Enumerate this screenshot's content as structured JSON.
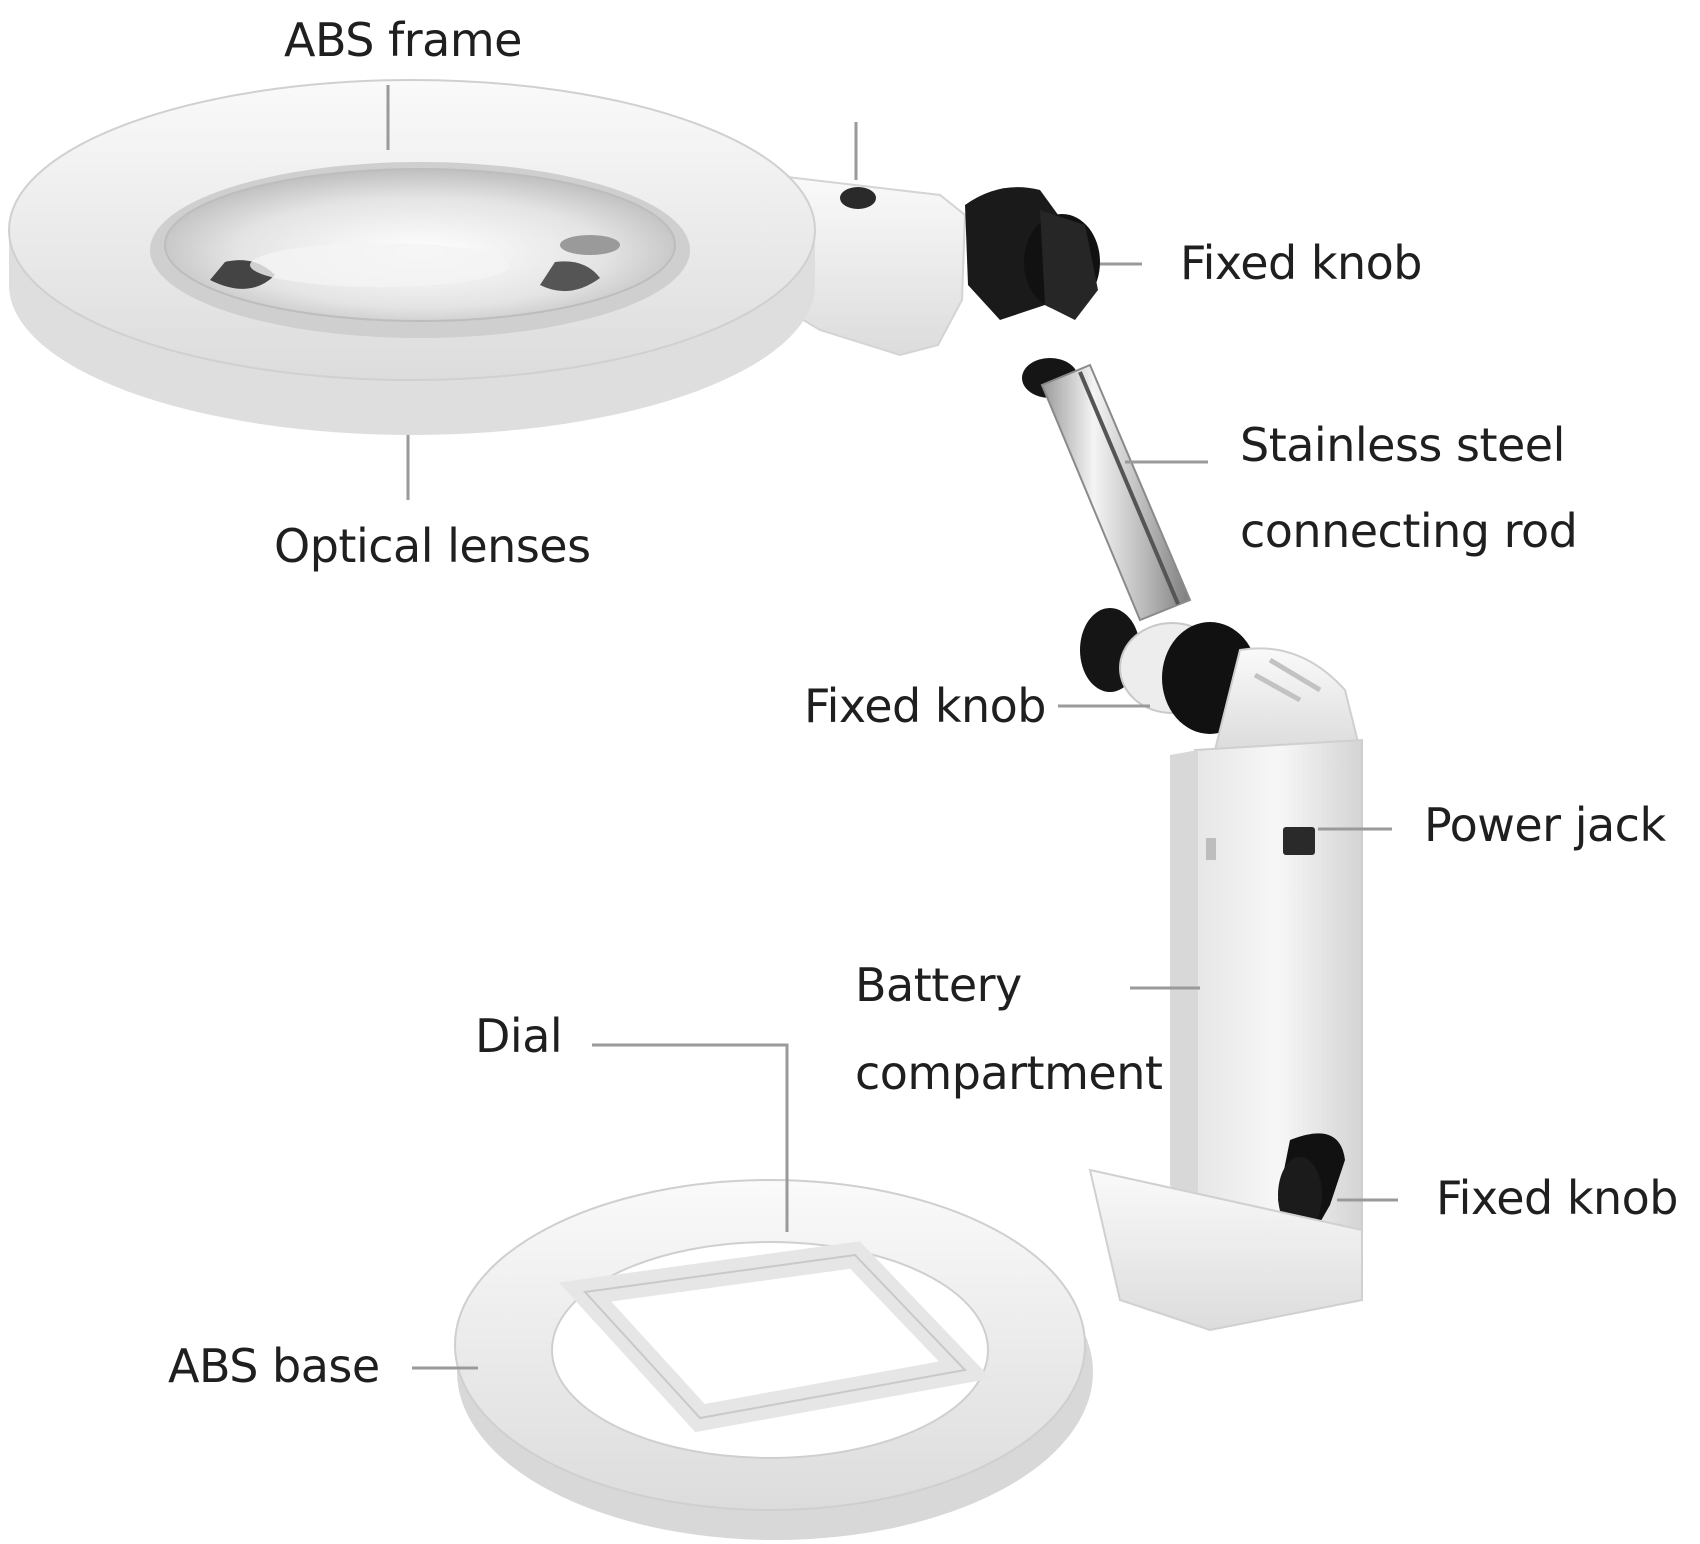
{
  "labels": {
    "abs_frame": "ABS frame",
    "optical_lenses": "Optical lenses",
    "fixed_knob_top": "Fixed knob",
    "rod_line1": "Stainless steel",
    "rod_line2": "connecting rod",
    "fixed_knob_middle": "Fixed knob",
    "power_jack": "Power jack",
    "battery_line1": "Battery",
    "battery_line2": "compartment",
    "dial": "Dial",
    "fixed_knob_bottom": "Fixed knob",
    "abs_base": "ABS base"
  },
  "colors": {
    "background": "#ffffff",
    "plastic": "#f1f1f1",
    "plastic_shadow": "#d9d9d9",
    "knob": "#151515",
    "leader_line": "#9a9a9a",
    "text": "#1f1f1f"
  }
}
